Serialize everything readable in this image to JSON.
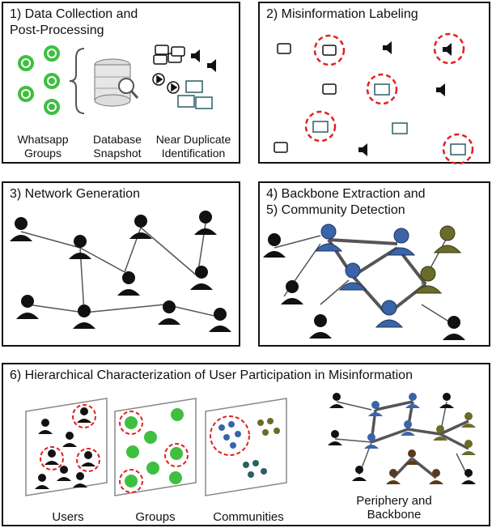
{
  "panels": {
    "p1": {
      "title": "1) Data Collection and\nPost-Processing",
      "captions": [
        "Whatsapp\nGroups",
        "Database\nSnapshot",
        "Near Duplicate\nIdentification"
      ]
    },
    "p2": {
      "title": "2) Misinformation Labeling"
    },
    "p3": {
      "title": "3) Network Generation"
    },
    "p4": {
      "title": "4) Backbone Extraction and\n5) Community Detection"
    },
    "p6": {
      "title": "6) Hierarchical Characterization of User Participation in Misinformation",
      "captions": [
        "Users",
        "Groups",
        "Communities",
        "Periphery and\nBackbone"
      ]
    }
  },
  "colors": {
    "whatsapp_green": "#3fbf3f",
    "blue_community": "#3b64a8",
    "olive_community": "#6b6b2a",
    "teal_community": "#2b5f63",
    "brown_community": "#5a3a1a",
    "highlight_red": "#e02020",
    "node_black": "#111111"
  },
  "icons": [
    "whatsapp-icon",
    "database-icon",
    "chat-icon",
    "speaker-icon",
    "play-icon",
    "image-icon",
    "user-icon"
  ]
}
